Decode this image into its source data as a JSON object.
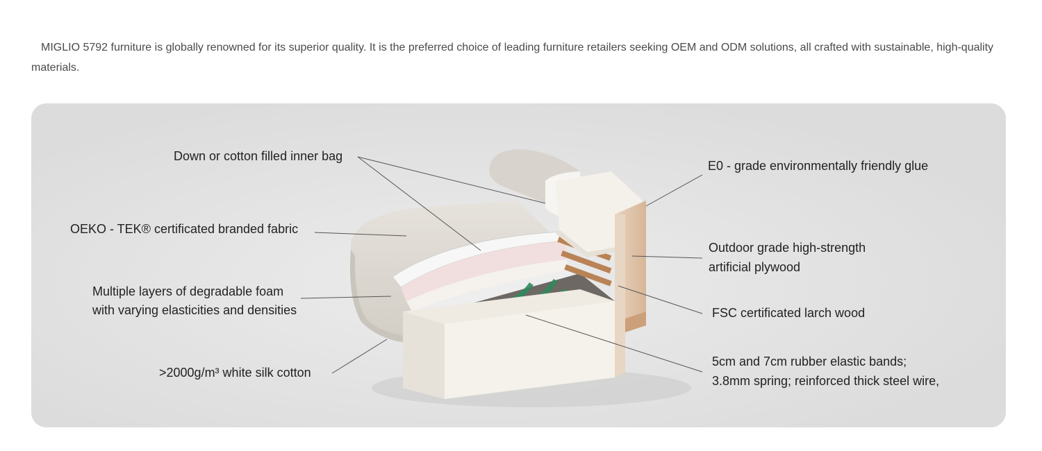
{
  "intro": {
    "text": "MIGLIO 5792 furniture is globally renowned for its superior quality. It is the preferred choice of leading furniture retailers seeking OEM and ODM solutions, all crafted with sustainable, high-quality materials."
  },
  "diagram": {
    "labels": {
      "inner_bag": "Down or cotton filled inner bag",
      "fabric": "OEKO - TEK® certificated branded fabric",
      "foam_line1": "Multiple layers of degradable foam",
      "foam_line2": "with varying elasticities and densities",
      "silk_cotton": ">2000g/m³ white silk cotton",
      "glue": "E0 - grade environmentally friendly glue",
      "plywood_line1": "Outdoor grade high-strength",
      "plywood_line2": "artificial plywood",
      "larch": "FSC certificated larch wood",
      "bands_line1": "5cm and 7cm rubber elastic bands;",
      "bands_line2": "3.8mm spring; reinforced thick steel wire,"
    }
  }
}
